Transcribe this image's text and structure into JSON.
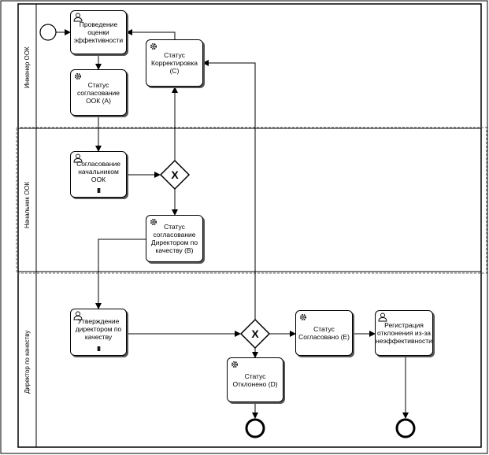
{
  "lanes": [
    {
      "label": "Инженер ООК"
    },
    {
      "label": "Начальник ООК"
    },
    {
      "label": "Директор по качеству"
    }
  ],
  "tasks": {
    "t1": {
      "label": "Проведение оценки эффективности",
      "icon": "user-icon"
    },
    "t2": {
      "label": "Статус согласование ООК (А)",
      "icon": "gear-icon"
    },
    "t3": {
      "label": "Статус Корректировка (С)",
      "icon": "gear-icon"
    },
    "t4": {
      "label": "Согласование начальником ООК",
      "icon": "user-icon",
      "marker": "III"
    },
    "t5": {
      "label": "Статус согласование Директором по качеству (В)",
      "icon": "gear-icon"
    },
    "t6": {
      "label": "Утверждение директором по качеству",
      "icon": "user-icon",
      "marker": "III"
    },
    "t7": {
      "label": "Статус Отклонено (D)",
      "icon": "gear-icon"
    },
    "t8": {
      "label": "Статус Согласовано (Е)",
      "icon": "gear-icon"
    },
    "t9": {
      "label": "Регистрация отклонения из-за неэффективности",
      "icon": "user-icon"
    }
  },
  "gateways": [
    {
      "symbol": "X"
    },
    {
      "symbol": "X"
    }
  ]
}
